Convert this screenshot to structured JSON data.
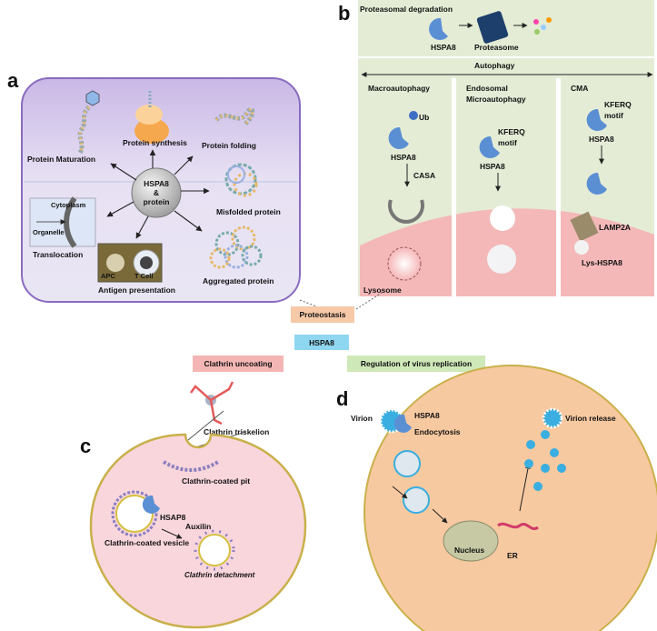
{
  "panels": {
    "a": "a",
    "b": "b",
    "c": "c",
    "d": "d"
  },
  "center": {
    "proteostasis": "Proteostasis",
    "hspa8": "HSPA8",
    "clathrin_uncoating": "Clathrin uncoating",
    "virus_regulation": "Regulation of virus replication"
  },
  "panel_a": {
    "hub": [
      "HSPA8",
      "&",
      "protein"
    ],
    "protein_maturation": "Protein Maturation",
    "protein_synthesis": "Protein synthesis",
    "protein_folding": "Protein folding",
    "misfolded_protein": "Misfolded protein",
    "aggregated_protein": "Aggregated protein",
    "translocation": "Translocation",
    "cytoplasm": "Cytoplasm",
    "organelle": "Organelle",
    "apc": "APC",
    "t_cell": "T Cell",
    "antigen_presentation": "Antigen presentation"
  },
  "panel_b": {
    "proteasomal_degradation": "Proteasomal degradation",
    "hspa8": "HSPA8",
    "proteasome": "Proteasome",
    "autophagy": "Autophagy",
    "macroautophagy": "Macroautophagy",
    "ub": "Ub",
    "casa": "CASA",
    "lysosome": "Lysosome",
    "endosomal_microautophagy": [
      "Endosomal",
      "Microautophagy"
    ],
    "kferq_motif": [
      "KFERQ",
      "motif"
    ],
    "cma": "CMA",
    "lamp2a": "LAMP2A",
    "lys_hspa8": "Lys-HSPA8"
  },
  "panel_c": {
    "clathrin_triskelion": "Clathrin triskelion",
    "clathrin_coated_pit": "Clathrin-coated pit",
    "hsap8": "HSAP8",
    "auxilin": "Auxilin",
    "clathrin_coated_vesicle": "Clathrin-coated vesicle",
    "clathrin_detachment": "Clathrin detachment"
  },
  "panel_d": {
    "virion": "Virion",
    "hspa8": "HSPA8",
    "endocytosis": "Endocytosis",
    "virion_release": "Virion release",
    "nucleus": "Nucleus",
    "er": "ER"
  },
  "colors": {
    "hspa8_blue": "#5b8fd4",
    "panel_a_border": "#8a6bbf",
    "panel_b_bg": "#e4ecd6",
    "lysosome_pink": "#f4b8b8",
    "cell_c_fill": "#f9d6dc",
    "cell_d_fill": "#f7c9a0",
    "proteostasis_box": "#f6c9a8",
    "hspa8_box": "#8fd6f0",
    "clathrin_box": "#f4b6b4",
    "virus_box": "#cfe8b8"
  }
}
